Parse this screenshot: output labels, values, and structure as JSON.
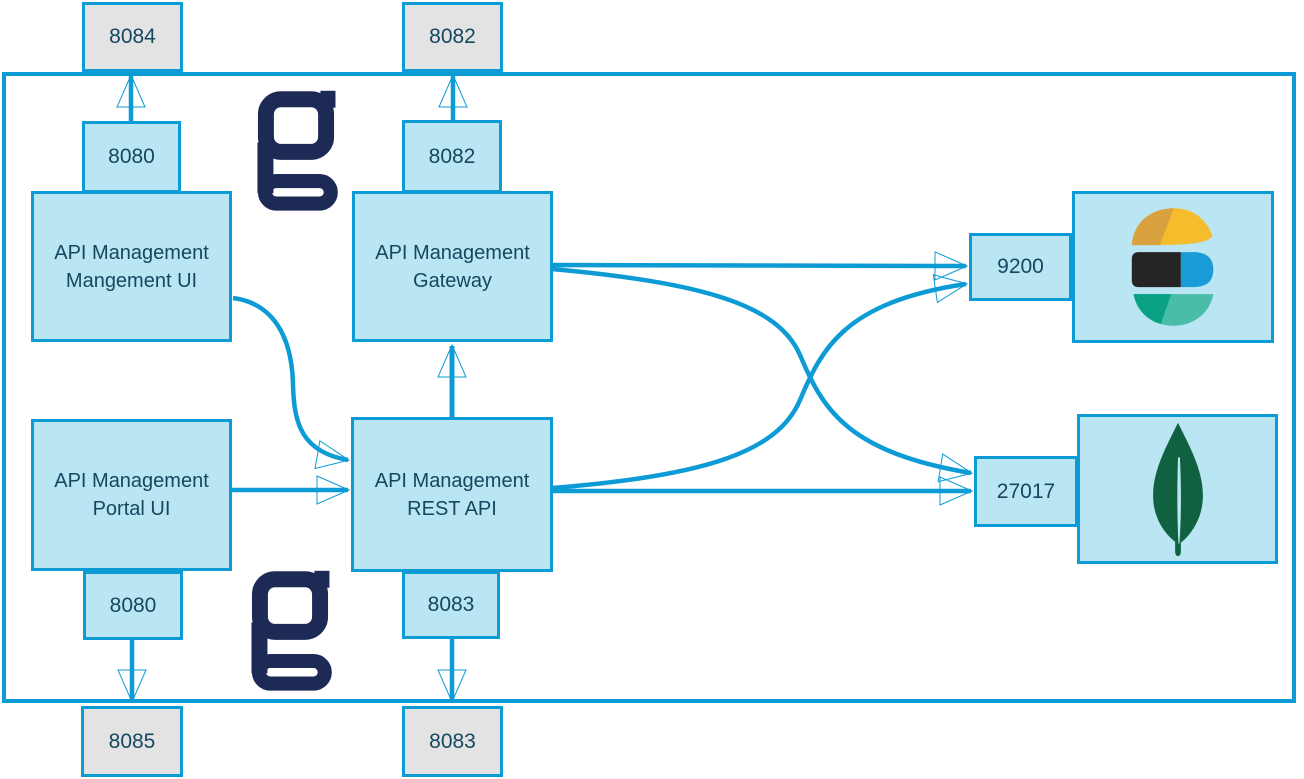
{
  "colors": {
    "line_blue": "#0d9bd5",
    "node_fill": "#bae5f3",
    "external_fill": "#e3e3e3",
    "text_dark": "#15485f",
    "gravitee_navy": "#1e2a56",
    "elastic_yellow": "#f5bd2b",
    "elastic_yellow_dark": "#d9a23f",
    "elastic_black": "#252525",
    "elastic_blue": "#199bd7",
    "elastic_teal": "#49bda8",
    "elastic_teal_dark": "#0aa184",
    "mongo_green": "#10613f"
  },
  "nodes": {
    "management_ui": {
      "line1": "API Management",
      "line2": "Mangement UI",
      "internal_port": "8080",
      "external_port": "8084"
    },
    "gateway": {
      "line1": "API Management",
      "line2": "Gateway",
      "internal_port": "8082",
      "external_port": "8082"
    },
    "portal_ui": {
      "line1": "API Management",
      "line2": "Portal UI",
      "internal_port": "8080",
      "external_port": "8085"
    },
    "rest_api": {
      "line1": "API Management",
      "line2": "REST API",
      "internal_port": "8083",
      "external_port": "8083"
    },
    "elasticsearch": {
      "port": "9200",
      "icon": "elasticsearch-logo"
    },
    "mongodb": {
      "port": "27017",
      "icon": "mongodb-leaf-logo"
    }
  },
  "logos": {
    "gravitee": "gravitee-g"
  },
  "connections": [
    {
      "from": "management-ui",
      "to": "rest-api"
    },
    {
      "from": "portal-ui",
      "to": "rest-api"
    },
    {
      "from": "rest-api",
      "to": "gateway"
    },
    {
      "from": "gateway",
      "to": "elasticsearch-9200"
    },
    {
      "from": "rest-api",
      "to": "elasticsearch-9200"
    },
    {
      "from": "gateway",
      "to": "mongodb-27017"
    },
    {
      "from": "rest-api",
      "to": "mongodb-27017"
    },
    {
      "from": "management-ui-8080",
      "to": "host-8084"
    },
    {
      "from": "gateway-8082",
      "to": "host-8082"
    },
    {
      "from": "portal-ui-8080",
      "to": "host-8085"
    },
    {
      "from": "rest-api-8083",
      "to": "host-8083"
    }
  ]
}
